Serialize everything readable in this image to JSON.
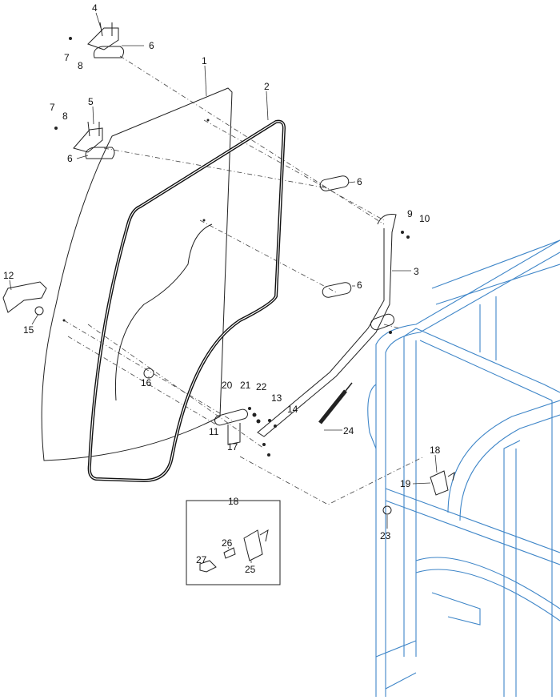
{
  "diagram": {
    "type": "exploded-parts-view",
    "callouts": {
      "c4": "4",
      "c7a": "7",
      "c8a": "8",
      "c6a": "6",
      "c1": "1",
      "c2": "2",
      "c7b": "7",
      "c8b": "8",
      "c5": "5",
      "c6b": "6",
      "c6c": "6",
      "c9": "9",
      "c10": "10",
      "c3": "3",
      "c12": "12",
      "c6d": "6",
      "c15": "15",
      "c16": "16",
      "c20": "20",
      "c21": "21",
      "c22": "22",
      "c13": "13",
      "c14": "14",
      "c24": "24",
      "c11": "11",
      "c17": "17",
      "c18a": "18",
      "c19": "19",
      "c23": "23",
      "c18b": "18",
      "c26": "26",
      "c27": "27",
      "c25": "25"
    },
    "colors": {
      "parts": "#222222",
      "cab": "#3f86c8"
    }
  }
}
